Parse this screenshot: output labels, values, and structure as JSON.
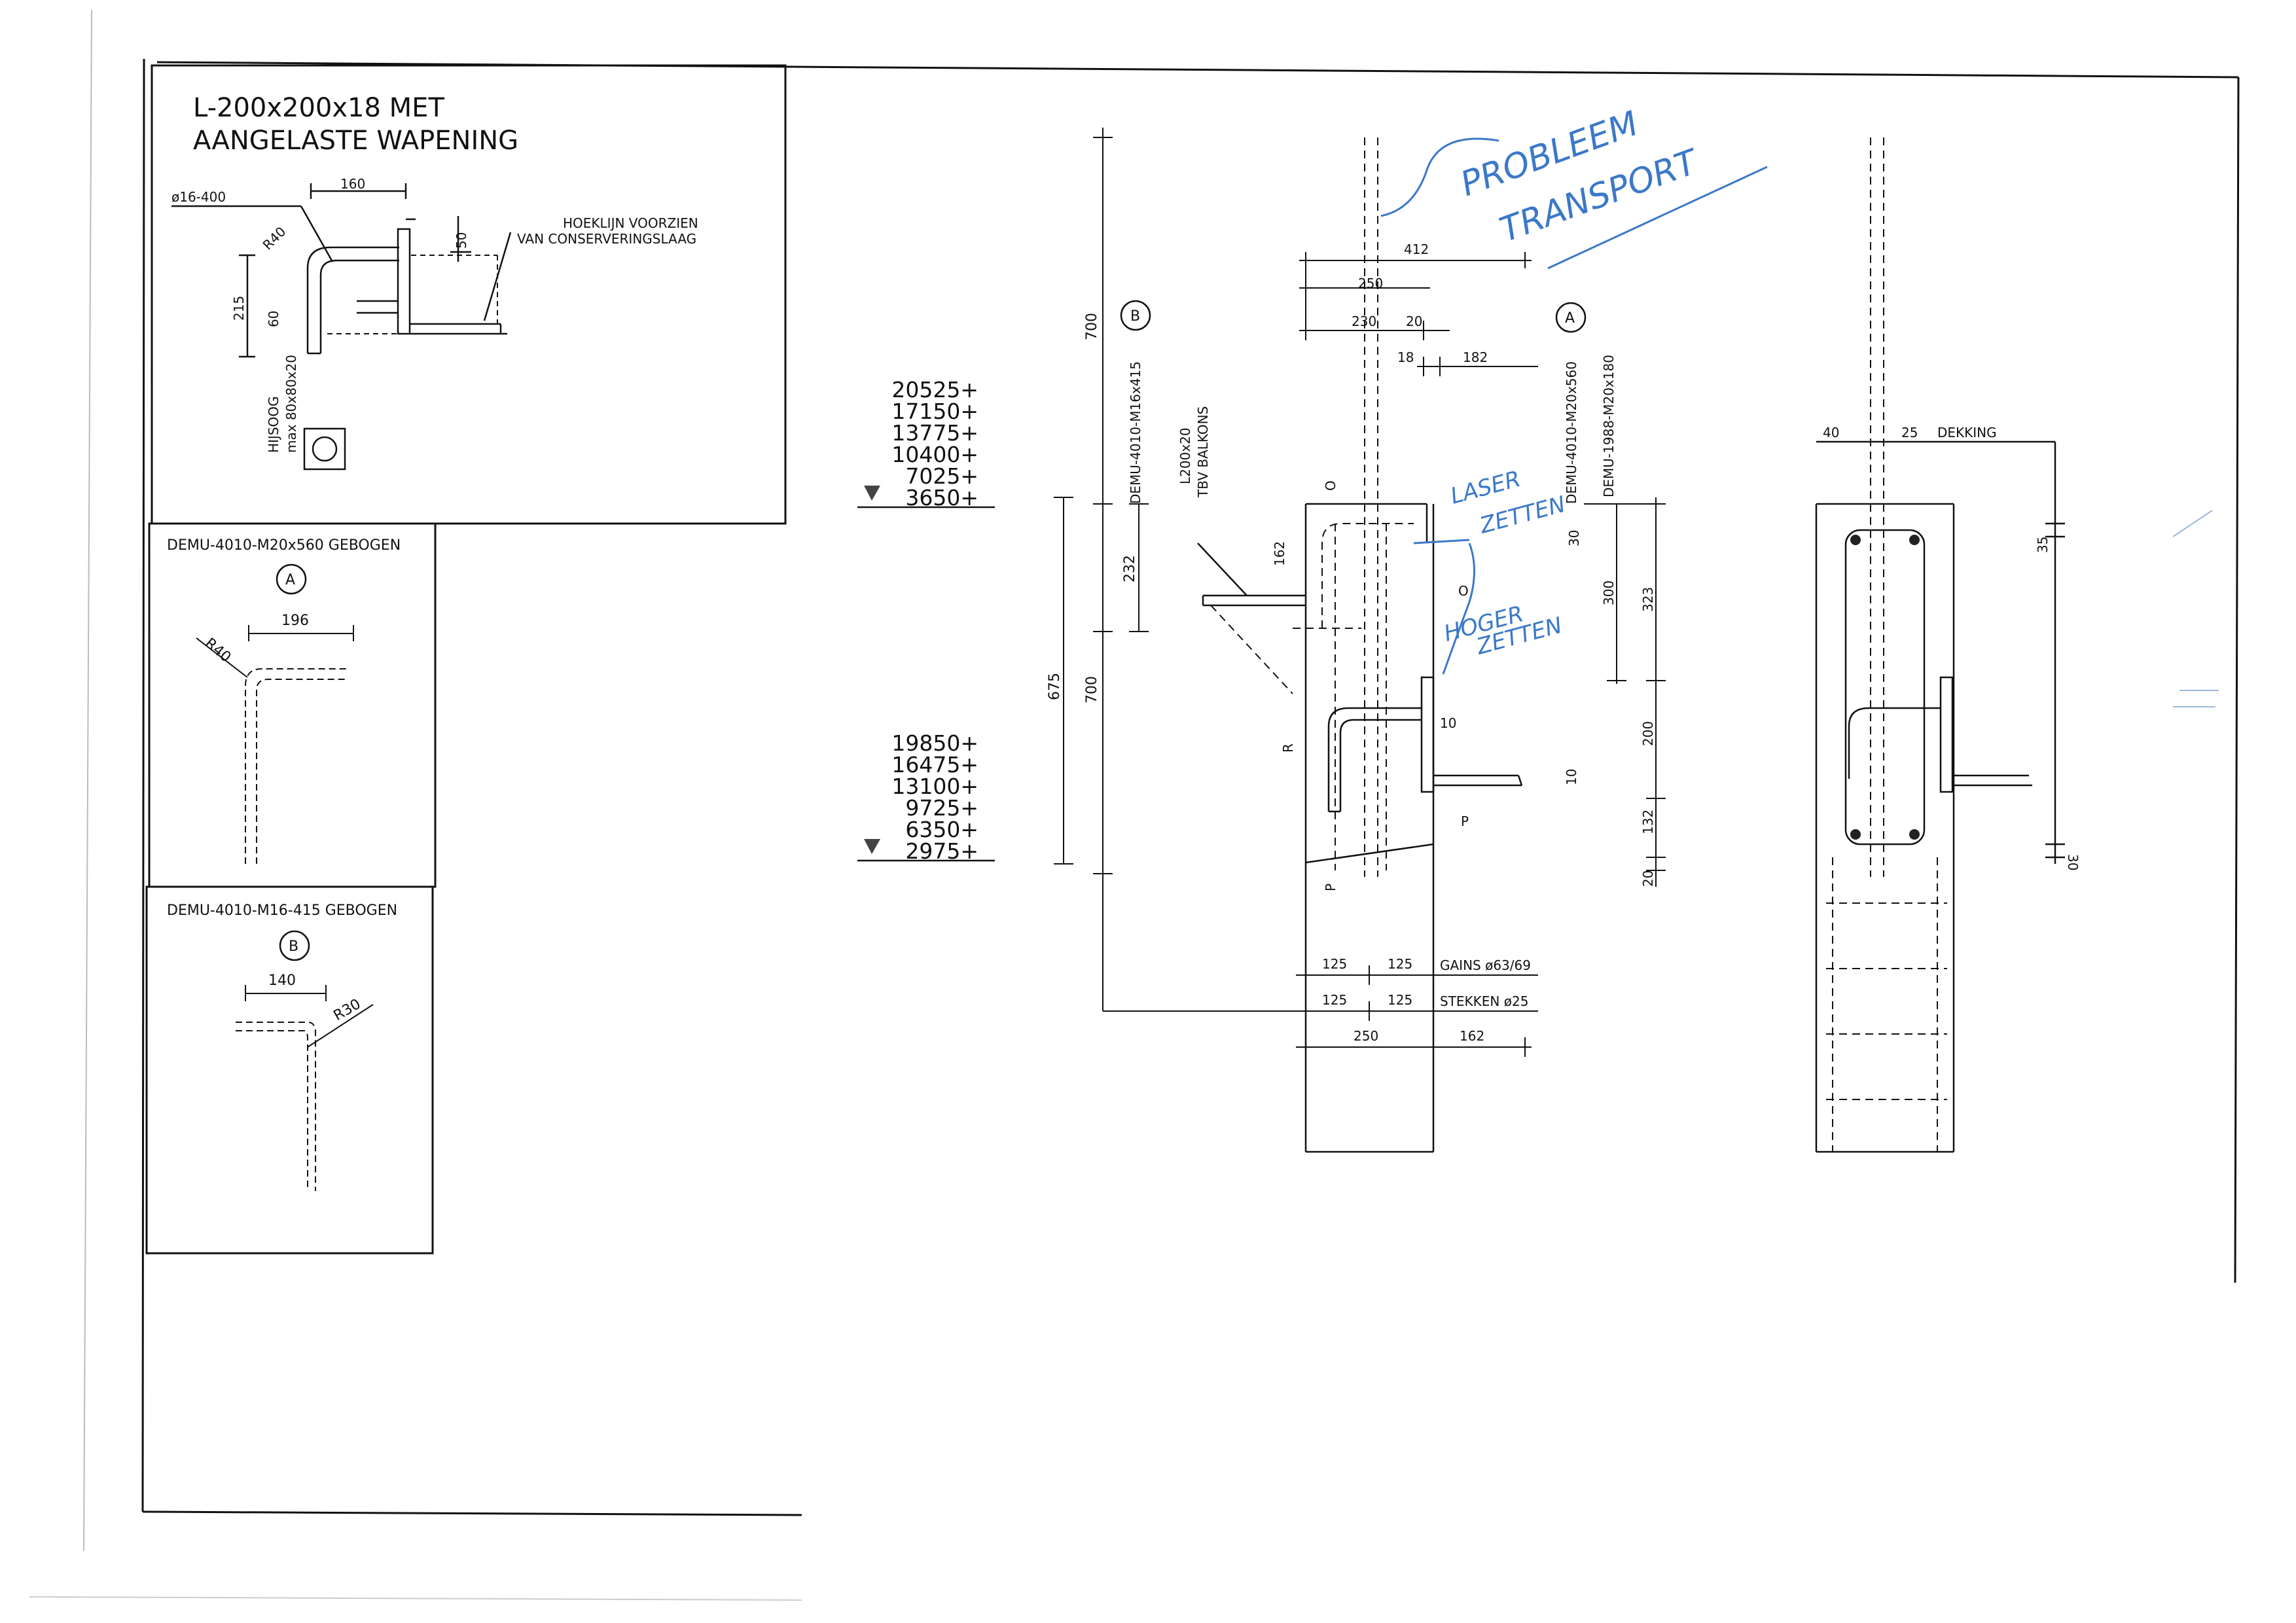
{
  "detail_l": {
    "title_line1": "L-200x200x18 MET",
    "title_line2": "AANGELASTE WAPENING",
    "bar_label": "ø16-400",
    "dim_160": "160",
    "dim_r40": "R40",
    "dim_50": "50",
    "dim_215": "215",
    "dim_60": "60",
    "note_line1": "HOEKLIJN VOORZIEN",
    "note_line2": "VAN CONSERVERINGSLAAG",
    "lift_line1": "HIJSOOG",
    "lift_line2": "max 80x80x20"
  },
  "detail_a": {
    "title": "DEMU-4010-M20x560 GEBOGEN",
    "marker": "A",
    "dim_196": "196",
    "dim_r40": "R40"
  },
  "detail_b": {
    "title": "DEMU-4010-M16-415 GEBOGEN",
    "marker": "B",
    "dim_140": "140",
    "dim_r30": "R30"
  },
  "levels_upper": [
    "20525+",
    "17150+",
    "13775+",
    "10400+",
    "7025+",
    "3650+"
  ],
  "levels_lower": [
    "19850+",
    "16475+",
    "13100+",
    "9725+",
    "6350+",
    "2975+"
  ],
  "section": {
    "dim_700_top": "700",
    "dim_232": "232",
    "dim_675": "675",
    "dim_700_bottom": "700",
    "marker_b": "B",
    "label_b": "DEMU-4010-M16x415",
    "label_l200_1": "L200x20",
    "label_l200_2": "TBV BALKONS",
    "dim_162": "162",
    "dim_412": "412",
    "dim_250": "250",
    "dim_230": "230",
    "dim_20": "20",
    "dim_18": "18",
    "dim_182": "182",
    "marker_a": "A",
    "label_a1": "DEMU-4010-M20x560",
    "label_a2": "DEMU-1988-M20x180",
    "dim_30": "30",
    "dim_300": "300",
    "dim_323": "323",
    "dim_200": "200",
    "dim_132": "132",
    "dim_20b": "20",
    "dim_10a": "10",
    "dim_10b": "10",
    "tag_o1": "O",
    "tag_o2": "O",
    "tag_r": "R",
    "tag_p1": "P",
    "tag_p2": "P",
    "dim_125a": "125",
    "dim_125b": "125",
    "label_gains": "GAINS ø63/69",
    "dim_125c": "125",
    "dim_125d": "125",
    "label_stekken": "STEKKEN ø25",
    "dim_250b": "250",
    "dim_162b": "162"
  },
  "side_view": {
    "dim_40": "40",
    "dim_25": "25",
    "label_dekking": "DEKKING",
    "dim_35": "35",
    "dim_30": "30"
  },
  "annotations": {
    "handwritten_1": "PROBLEEM",
    "handwritten_2": "TRANSPORT",
    "handwritten_3": "LASER",
    "handwritten_4": "ZETTEN",
    "handwritten_5": "HOGER",
    "handwritten_6": "ZETTEN"
  },
  "colors": {
    "ink": "#111111",
    "handwriting": "#3b78c9"
  }
}
